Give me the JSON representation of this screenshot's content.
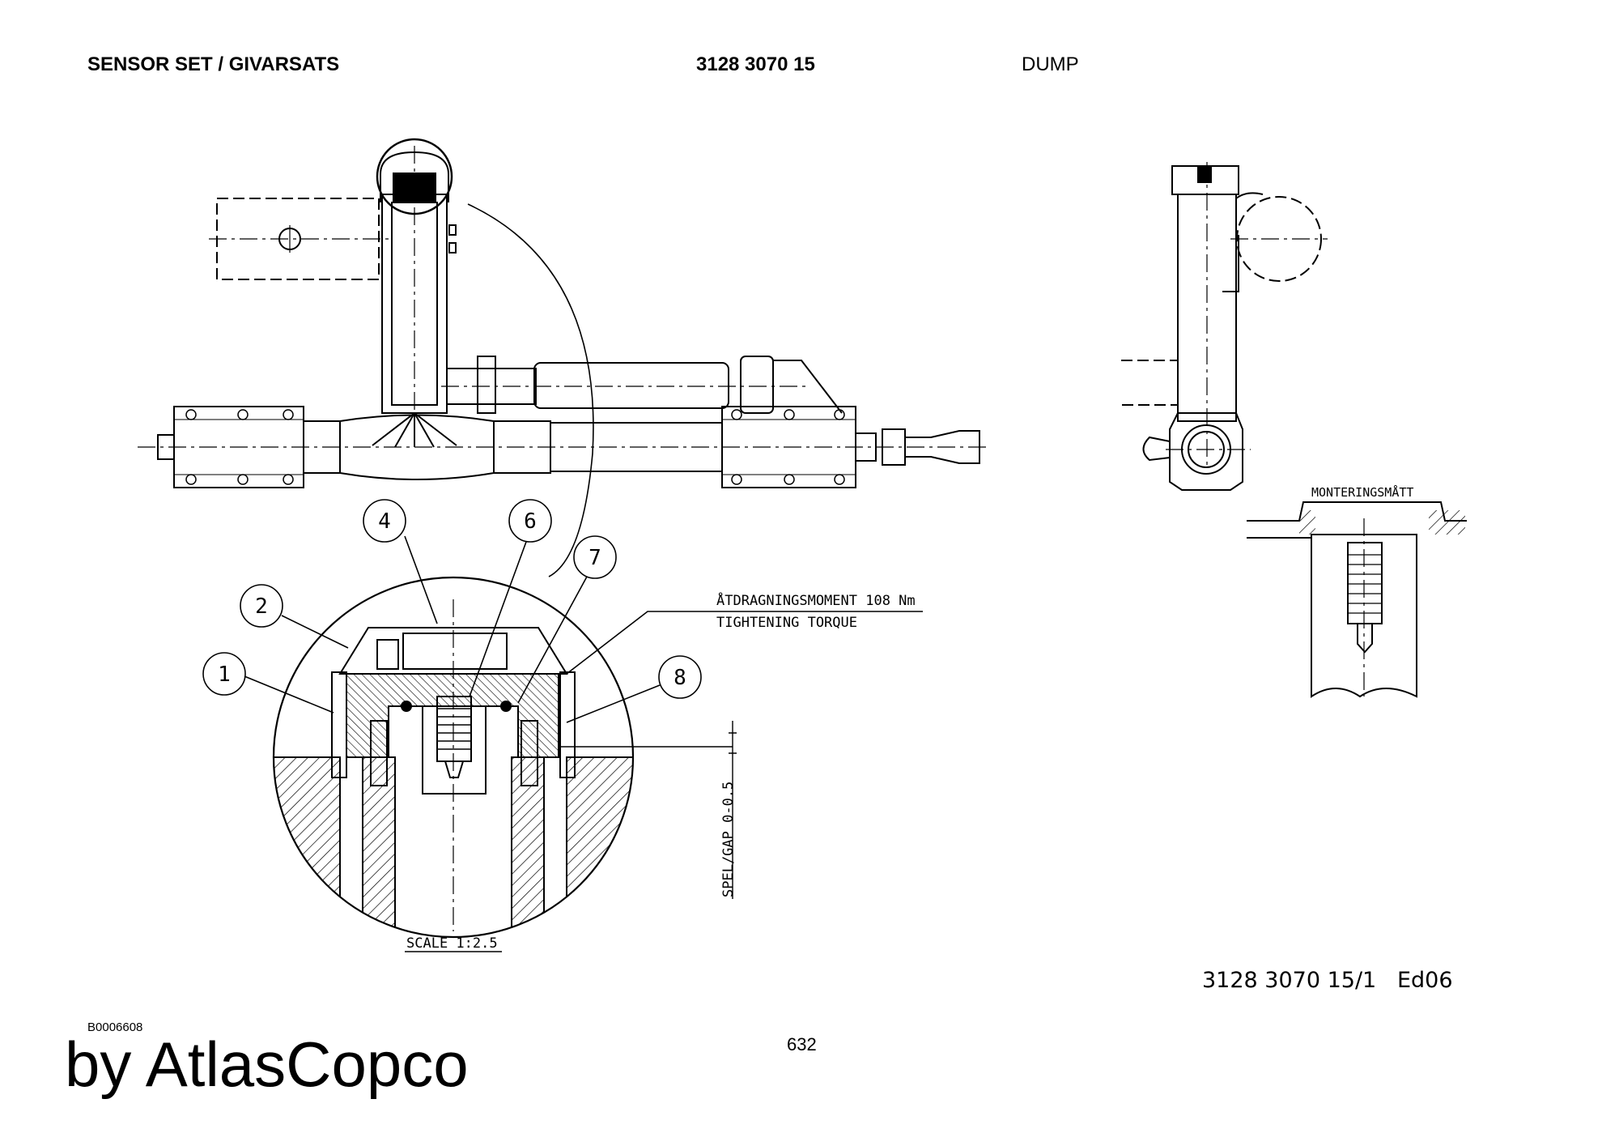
{
  "header": {
    "title": "SENSOR SET / GIVARSATS",
    "part_number": "3128 3070 15",
    "section": "DUMP"
  },
  "diagram": {
    "callouts": [
      "1",
      "2",
      "4",
      "6",
      "7",
      "8"
    ],
    "torque_line1": "ÅTDRAGNINGSMOMENT 108 Nm",
    "torque_line2": "TIGHTENING TORQUE",
    "gap_label": "SPEL/GAP 0-0.5",
    "scale_label": "SCALE 1:2.5",
    "mounting_label": "MONTERINGSMÅTT"
  },
  "footer": {
    "figure_ref": "3128 3070 15/1   Ed06",
    "image_id": "B0006608",
    "page_number": "632",
    "brand": "by AtlasCopco"
  }
}
